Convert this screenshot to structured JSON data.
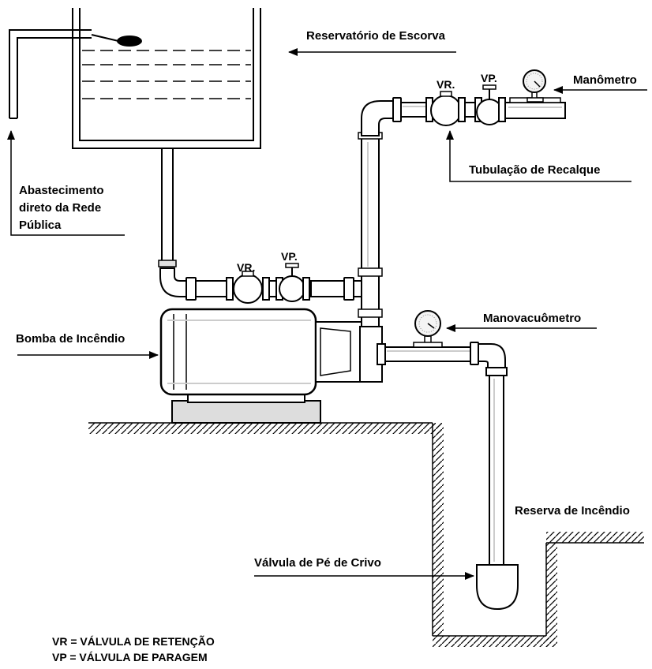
{
  "labels": {
    "reservatorio_escorva": "Reservatório de Escorva",
    "manometro": "Manômetro",
    "tubulacao_recalque": "Tubulação de Recalque",
    "abastecimento_line1": "Abastecimento",
    "abastecimento_line2": "direto da Rede",
    "abastecimento_line3": "Pública",
    "bomba_incendio": "Bomba de Incêndio",
    "manovacuometro": "Manovacuômetro",
    "reserva_incendio": "Reserva de Incêndio",
    "valvula_pe_crivo": "Válvula de Pé de Crivo"
  },
  "valves": {
    "top_vr": "VR.",
    "top_vp": "VP.",
    "mid_vr": "VR.",
    "mid_vp": "VP."
  },
  "legend": {
    "line1": "VR = VÁLVULA DE RETENÇÃO",
    "line2": "VP = VÁLVULA DE PARAGEM"
  }
}
